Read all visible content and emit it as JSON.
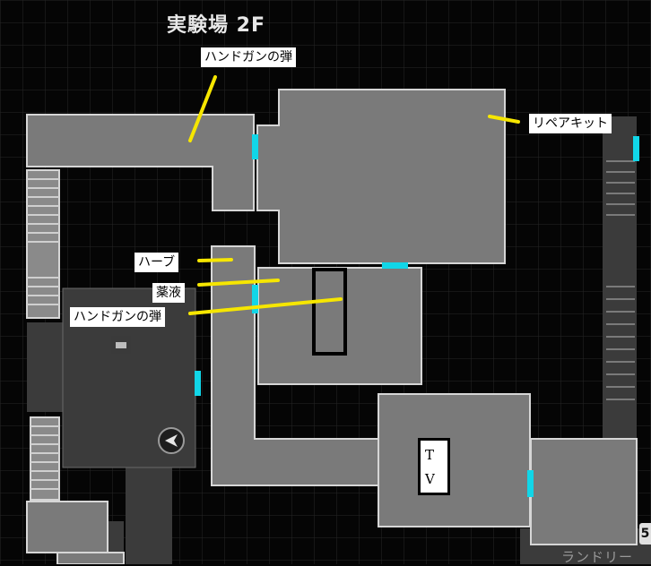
{
  "map": {
    "floor_title": "実験場 2F",
    "area_label": "ランドリー",
    "edge_marker": "5",
    "colors": {
      "background": "#050505",
      "room_fill": "#7a7a7a",
      "room_stroke": "#d6d6d6",
      "dark_area": "#3a3a3a",
      "door": "#11d6e8",
      "callout_line": "#f6e600",
      "grid": "#2a2a2a"
    },
    "callouts": [
      {
        "label": "ハンドガンの弾"
      },
      {
        "label": "リペアキット"
      },
      {
        "label": "ハーブ"
      },
      {
        "label": "薬液"
      },
      {
        "label": "ハンドガンの弾"
      }
    ],
    "tv": {
      "line1": "T",
      "line2": "V"
    },
    "icons": [
      "compass-icon",
      "save-point-icon",
      "stairs-icon"
    ]
  }
}
